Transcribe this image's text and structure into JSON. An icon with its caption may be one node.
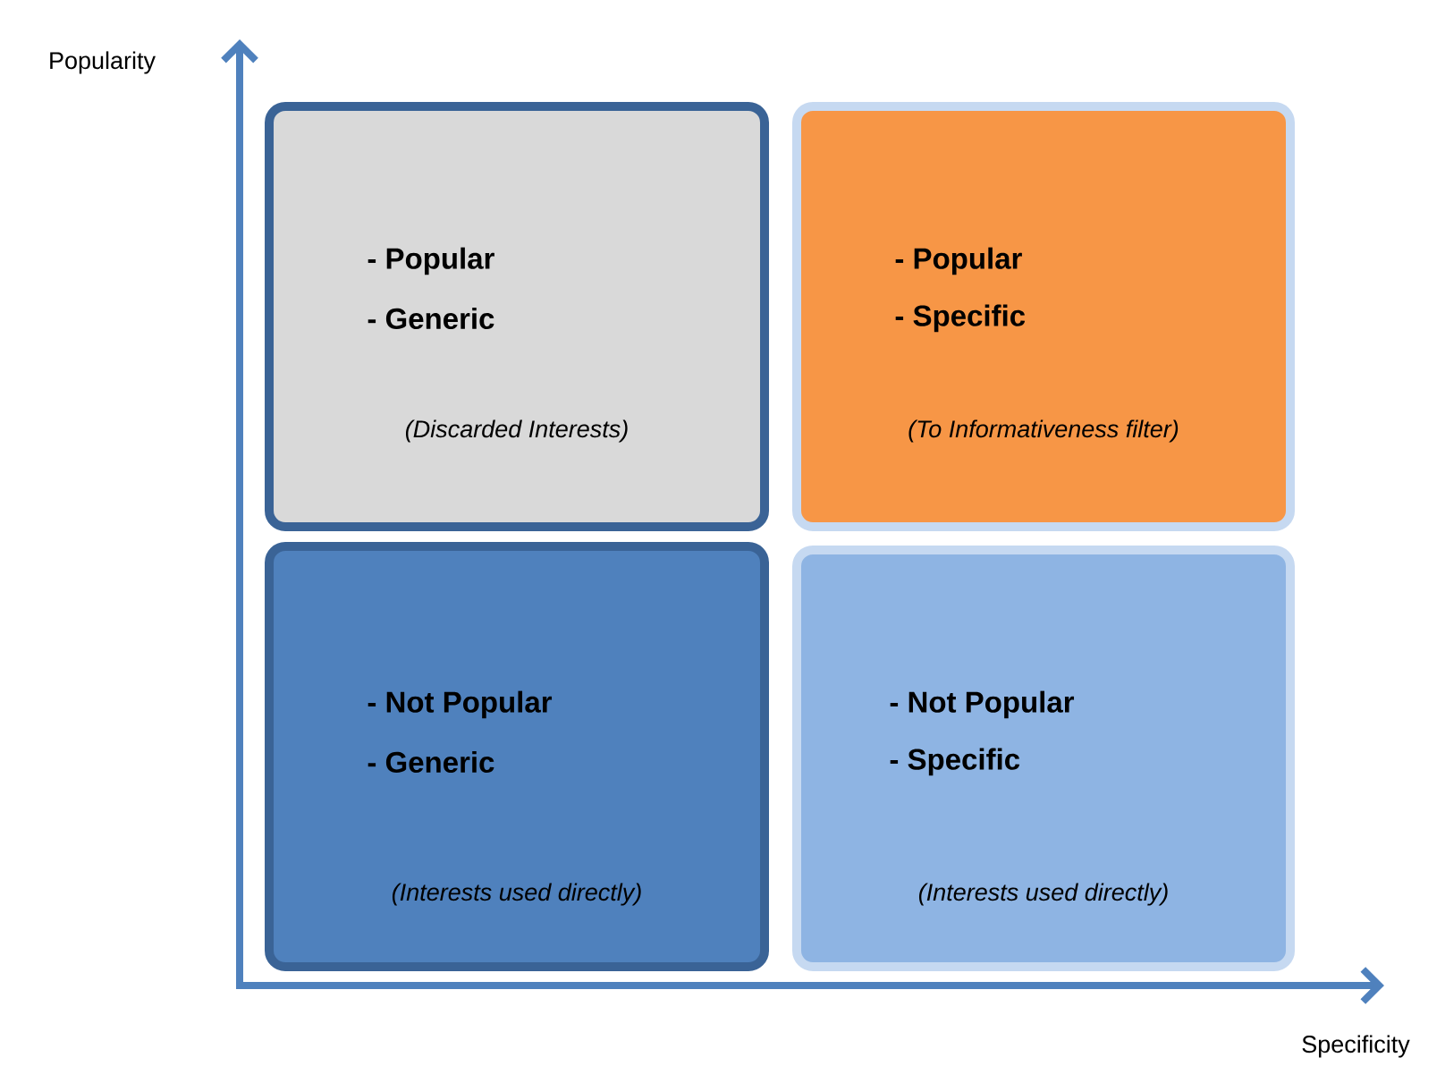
{
  "diagram": {
    "nodes": [
      {
        "text": [
          "- Popular",
          "- Generic",
          "(Discarded Interests)"
        ]
      },
      {
        "text": [
          "- Popular",
          "- Specific",
          "(To Informativeness filter)"
        ]
      },
      {
        "text": [
          "- Not Popular",
          "- Generic",
          "(Interests used directly)"
        ]
      },
      {
        "text": [
          "- Not Popular",
          "- Specific",
          "(Interests used directly)"
        ]
      }
    ],
    "labels": [
      "Popularity",
      "Specificity"
    ]
  }
}
